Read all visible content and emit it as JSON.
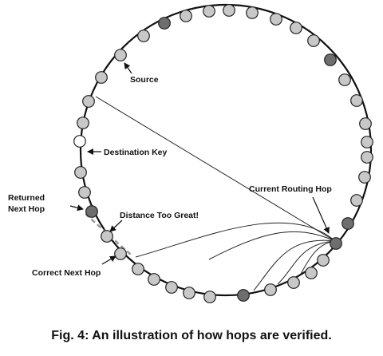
{
  "labels": {
    "source": "Source",
    "destination_key": "Destination Key",
    "current_routing_hop": "Current Routing Hop",
    "returned_line1": "Returned",
    "returned_line2": "Next Hop",
    "distance_too_great": "Distance Too Great!",
    "correct_next_hop": "Correct Next Hop"
  },
  "caption": "Fig. 4: An illustration of how hops are verified.",
  "colors": {
    "node_light": "#c8c8c8",
    "node_dark": "#6e6e6e",
    "node_white": "#ffffff",
    "ring": "#111111",
    "dashed": "#9a9a9a"
  }
}
